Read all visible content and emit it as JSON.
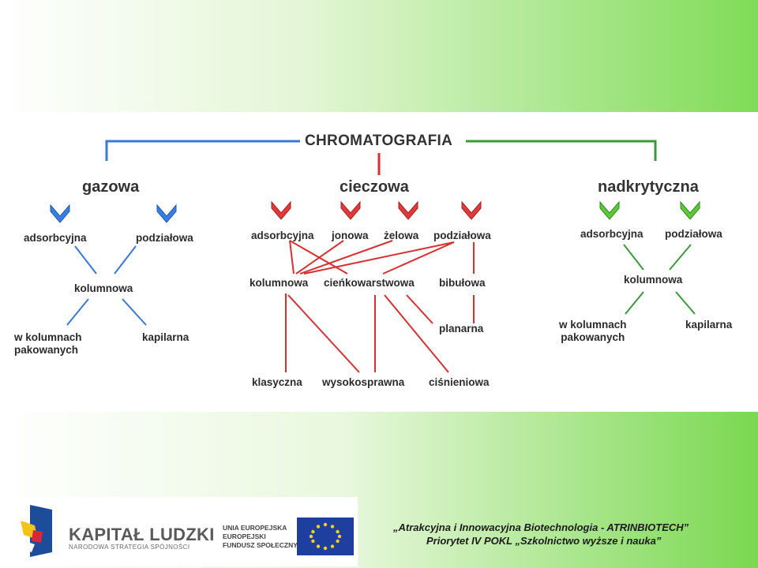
{
  "diagram": {
    "root": "CHROMATOGRAFIA",
    "branches": {
      "gazowa": {
        "title": "gazowa",
        "types": [
          "adsorbcyjna",
          "podziałowa"
        ],
        "method": "kolumnowa",
        "subtypes": [
          "w kolumnach\npakowanych",
          "kapilarna"
        ]
      },
      "cieczowa": {
        "title": "cieczowa",
        "types": [
          "adsorbcyjna",
          "jonowa",
          "żelowa",
          "podziałowa"
        ],
        "methods": [
          "kolumnowa",
          "cieńkowarstwowa",
          "bibułowa"
        ],
        "sub": [
          "planarna",
          "klasyczna",
          "wysokosprawna",
          "ciśnieniowa"
        ]
      },
      "nadkrytyczna": {
        "title": "nadkrytyczna",
        "types": [
          "adsorbcyjna",
          "podziałowa"
        ],
        "method": "kolumnowa",
        "subtypes": [
          "w kolumnach\npakowanych",
          "kapilarna"
        ]
      }
    },
    "colors": {
      "gazowa": "#3a78d8",
      "cieczowa": "#d83030",
      "nadkrytyczna": "#3a9a3a"
    }
  },
  "footer": {
    "logo_title": "KAPITAŁ LUDZKI",
    "logo_subtitle": "NARODOWA STRATEGIA SPÓJNOŚCI",
    "eu_text": "UNIA EUROPEJSKA\nEUROPEJSKI\nFUNDUSZ SPOŁECZNY",
    "line1": "„Atrakcyjna i Innowacyjna Biotechnologia - ATRINBIOTECH”",
    "line2": "Priorytet IV POKL „Szkolnictwo wyższe i nauka”"
  }
}
